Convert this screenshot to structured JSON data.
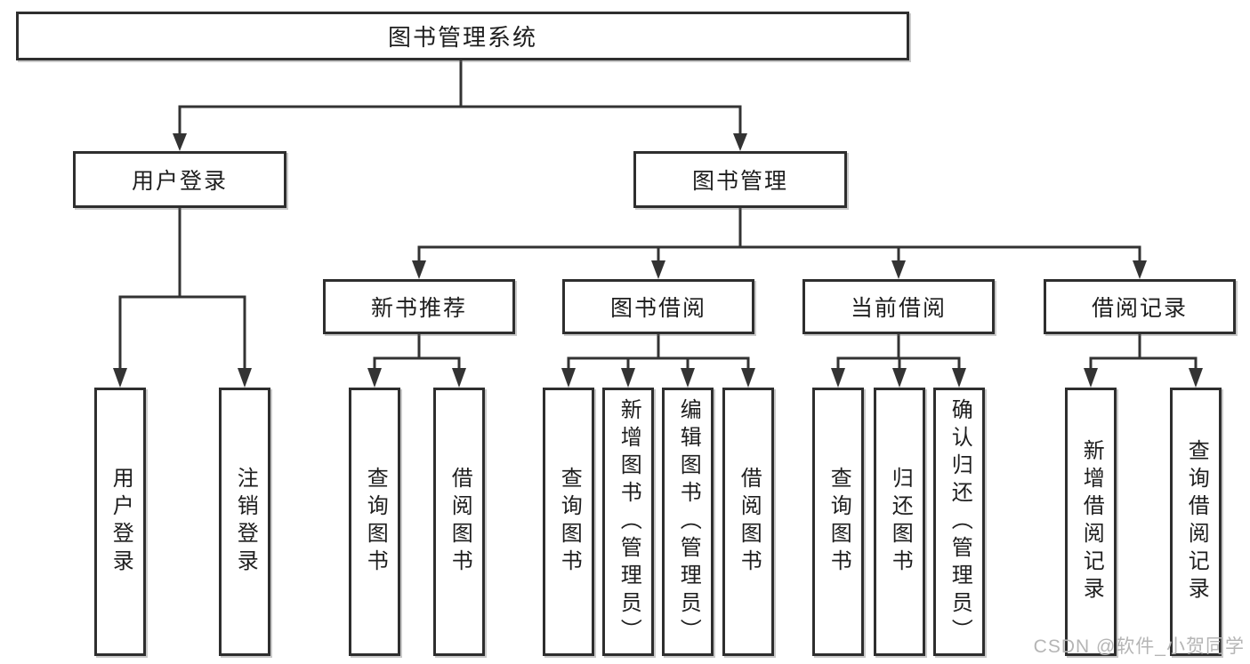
{
  "colors": {
    "line": "#333333",
    "border": "#2e2e2e",
    "text": "#1e1e1e",
    "background": "#ffffff",
    "watermark": "#b5b5b5"
  },
  "diagram": {
    "root": {
      "label": "图书管理系统"
    },
    "user_login": {
      "label": "用户登录",
      "children": {
        "login": {
          "label": "用户登录"
        },
        "logout": {
          "label": "注销登录"
        }
      }
    },
    "book_mgmt": {
      "label": "图书管理",
      "children": {
        "new_book": {
          "label": "新书推荐",
          "children": {
            "query": {
              "label": "查询图书"
            },
            "borrow": {
              "label": "借阅图书"
            }
          }
        },
        "book_borrow": {
          "label": "图书借阅",
          "children": {
            "query": {
              "label": "查询图书"
            },
            "add": {
              "label": "新增图书（管理员）"
            },
            "edit": {
              "label": "编辑图书（管理员）"
            },
            "borrow": {
              "label": "借阅图书"
            }
          }
        },
        "current_borrow": {
          "label": "当前借阅",
          "children": {
            "query": {
              "label": "查询图书"
            },
            "return": {
              "label": "归还图书"
            },
            "confirm": {
              "label": "确认归还（管理员）"
            }
          }
        },
        "borrow_record": {
          "label": "借阅记录",
          "children": {
            "add": {
              "label": "新增借阅记录"
            },
            "query": {
              "label": "查询借阅记录"
            }
          }
        }
      }
    }
  },
  "watermark": {
    "text": "CSDN @软件_小贺同学"
  }
}
